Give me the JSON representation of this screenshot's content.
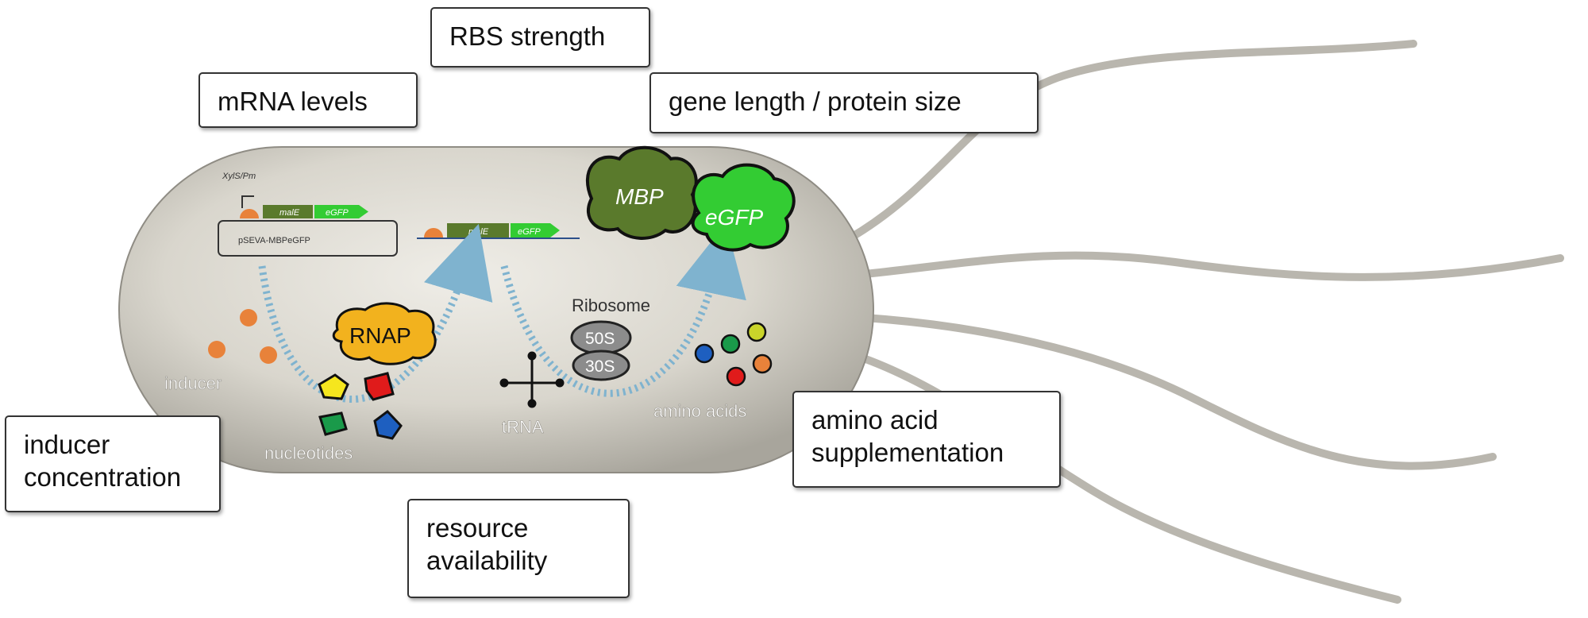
{
  "callouts": {
    "rbs_strength": "RBS strength",
    "mrna_levels": "mRNA levels",
    "gene_length": "gene length / protein size",
    "inducer_concentration": [
      "inducer",
      "concentration"
    ],
    "resource_availability": [
      "resource",
      "availability"
    ],
    "amino_acid_supplementation": [
      "amino acid",
      "supplementation"
    ]
  },
  "plasmid": {
    "promoter": "XylS/Pm",
    "gene1": "malE",
    "gene2": "eGFP",
    "name": "pSEVA-MBPeGFP"
  },
  "mrna": {
    "gene1": "malE",
    "gene2": "eGFP"
  },
  "proteins": {
    "mbp": "MBP",
    "egfp": "eGFP"
  },
  "molecules": {
    "rnap": "RNAP",
    "ribosome": "Ribosome",
    "large_subunit": "50S",
    "small_subunit": "30S",
    "inducer": "inducer",
    "nucleotides": "nucleotides",
    "trna": "tRNA",
    "amino_acids": "amino acids"
  },
  "colors": {
    "cell_body": "#d9d6cd",
    "inducer": "#e8823a",
    "mbp": "#5a7a2c",
    "egfp": "#33cc33",
    "rnap": "#f2b21e",
    "ribosome": "#8c8c8c",
    "arrow": "#7fb3cf"
  }
}
